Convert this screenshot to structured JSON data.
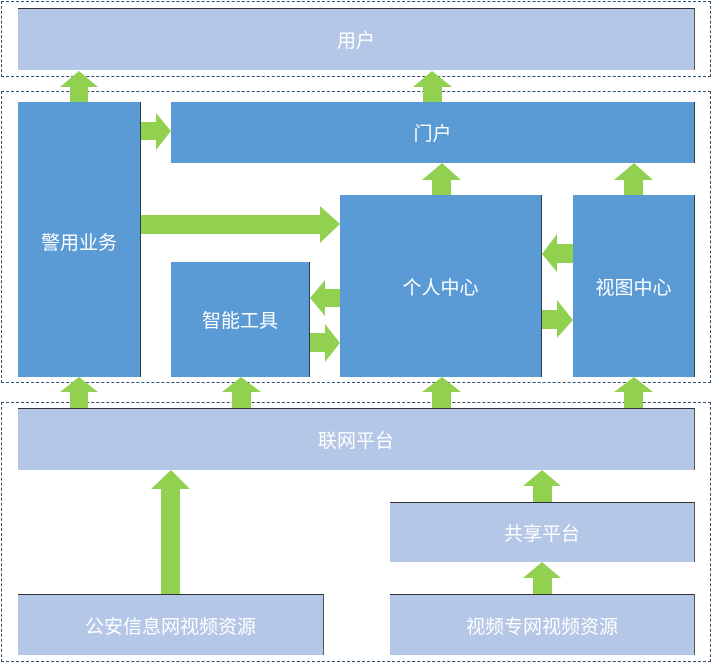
{
  "diagram": {
    "layers": [
      {
        "id": "user-layer",
        "label": ""
      },
      {
        "id": "application-layer",
        "label": ""
      },
      {
        "id": "platform-layer",
        "label": ""
      }
    ],
    "boxes": {
      "user": "用户",
      "portal": "门户",
      "police_business": "警用业务",
      "personal_center": "个人中心",
      "view_center": "视图中心",
      "smart_tools": "智能工具",
      "network_platform": "联网平台",
      "sharing_platform": "共享平台",
      "public_security_video": "公安信息网视频资源",
      "private_network_video": "视频专网视频资源"
    },
    "colors": {
      "light_box": "#b4c7e7",
      "dark_box": "#5b9bd5",
      "arrow": "#92d050",
      "layer_border": "#2f4f6f"
    }
  }
}
